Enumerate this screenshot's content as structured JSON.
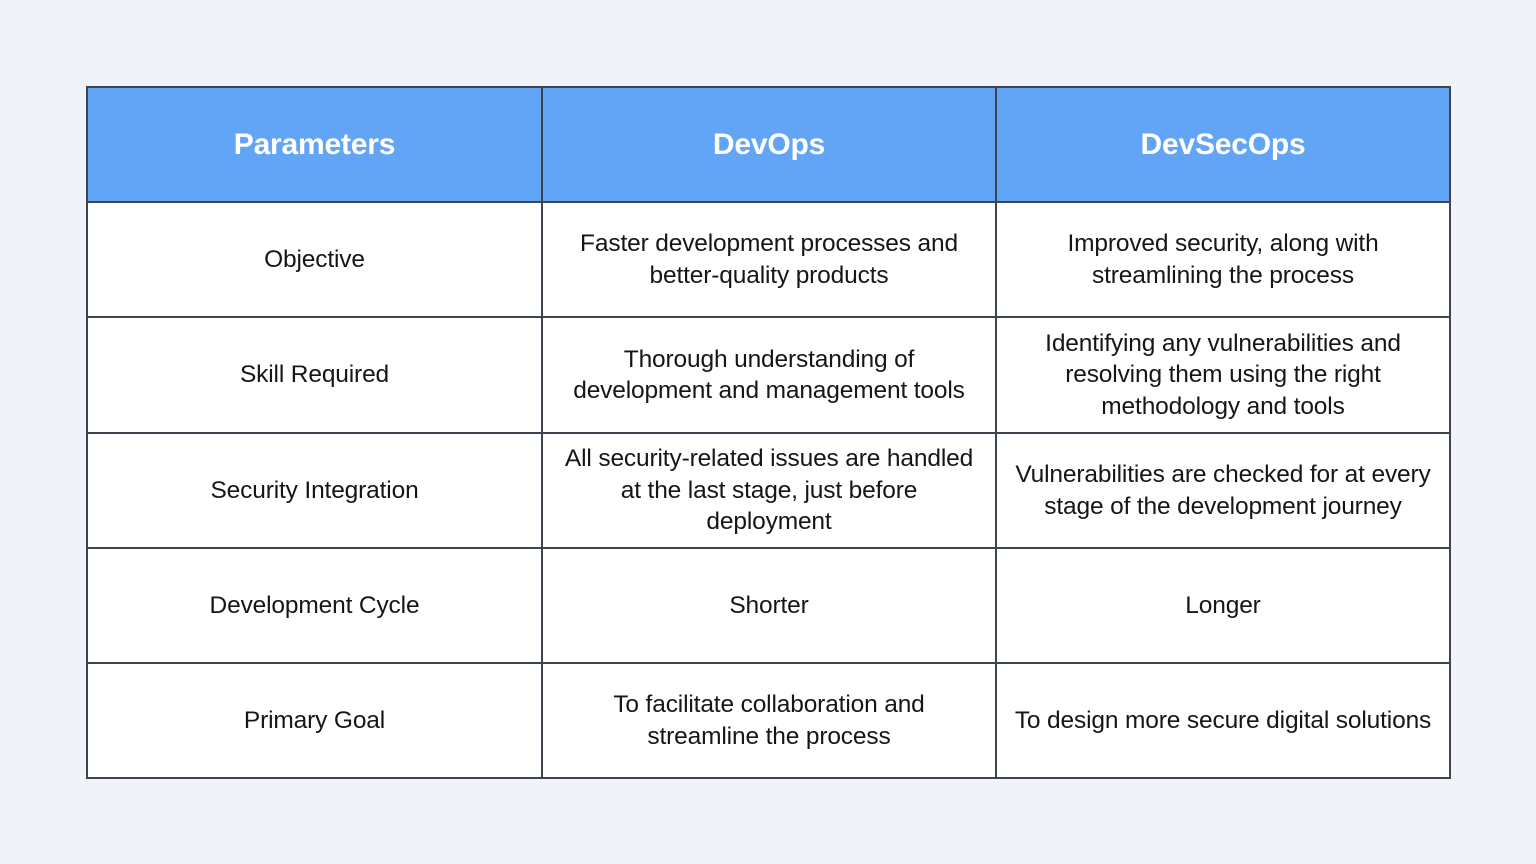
{
  "page": {
    "background_color": "#f1f3f9"
  },
  "table": {
    "name": "devops-vs-devsecops-comparison-table",
    "header_background_color": "#62a5f7",
    "header_text_color": "#ffffff",
    "border_color": "#3c4450",
    "body_text_color": "#15161a",
    "columns": [
      {
        "key": "parameters",
        "label": "Parameters"
      },
      {
        "key": "devops",
        "label": "DevOps"
      },
      {
        "key": "devsecops",
        "label": "DevSecOps"
      }
    ],
    "rows": [
      {
        "parameter": "Objective",
        "devops": "Faster development processes and\nbetter-quality products",
        "devsecops": "Improved security, along with\nstreamlining the process"
      },
      {
        "parameter": "Skill Required",
        "devops": "Thorough understanding of\ndevelopment and management tools",
        "devsecops": "Identifying any vulnerabilities and\nresolving them using the right\nmethodology and tools"
      },
      {
        "parameter": "Security Integration",
        "devops": "All security-related issues are handled\nat the last stage, just before deployment",
        "devsecops": "Vulnerabilities are checked for at every\nstage of the development journey"
      },
      {
        "parameter": "Development Cycle",
        "devops": "Shorter",
        "devsecops": "Longer"
      },
      {
        "parameter": "Primary Goal",
        "devops": "To facilitate collaboration and\nstreamline the process",
        "devsecops": "To design more secure digital solutions"
      }
    ]
  }
}
